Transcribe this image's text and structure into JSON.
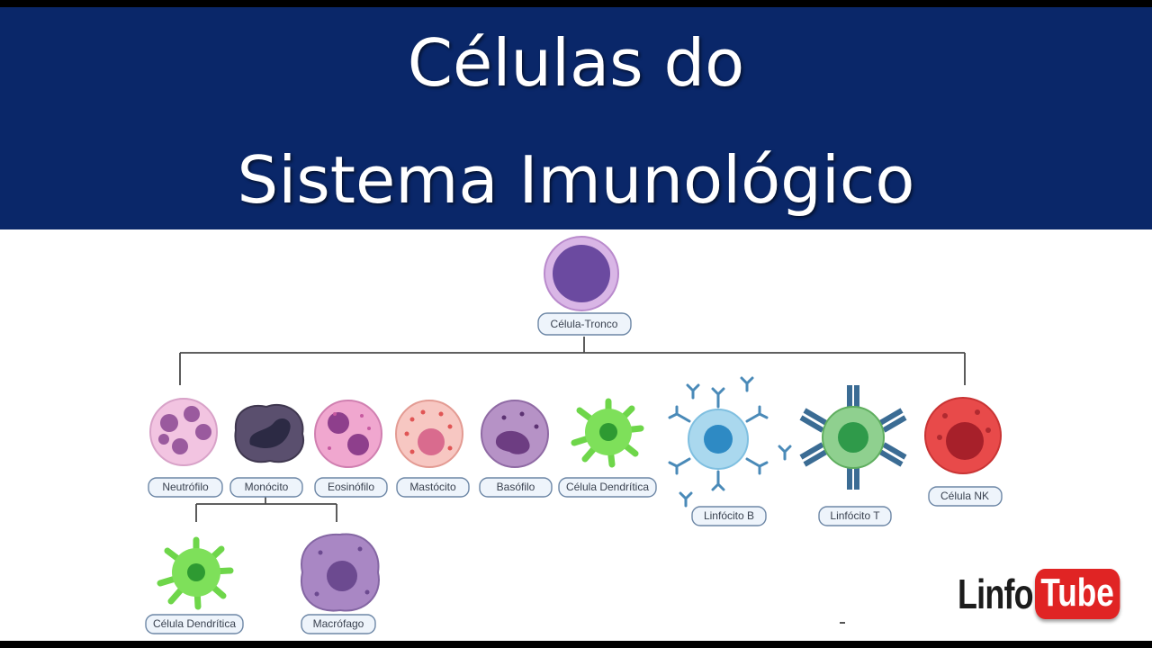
{
  "title": {
    "line1": "Células do",
    "line2": "Sistema Imunológico"
  },
  "root": {
    "label": "Célula-Tronco"
  },
  "cells": [
    {
      "label": "Neutrófilo"
    },
    {
      "label": "Monócito"
    },
    {
      "label": "Eosinófilo"
    },
    {
      "label": "Mastócito"
    },
    {
      "label": "Basófilo"
    },
    {
      "label": "Célula Dendrítica"
    },
    {
      "label": "Linfócito B"
    },
    {
      "label": "Linfócito T"
    },
    {
      "label": "Célula NK"
    }
  ],
  "monocyte_children": [
    {
      "label": "Célula Dendrítica"
    },
    {
      "label": "Macrófago"
    }
  ],
  "brand": {
    "part1": "Linfo",
    "part2": "Tube"
  },
  "colors": {
    "banner": "#0a2769",
    "brand_red": "#e02424",
    "label_fill": "#eef4fb",
    "label_stroke": "#6d87a6"
  },
  "icons": [
    "stem-cell-icon",
    "neutrophil-icon",
    "monocyte-icon",
    "eosinophil-icon",
    "mast-cell-icon",
    "basophil-icon",
    "dendritic-cell-icon",
    "b-lymphocyte-icon",
    "t-lymphocyte-icon",
    "nk-cell-icon",
    "macrophage-icon"
  ]
}
